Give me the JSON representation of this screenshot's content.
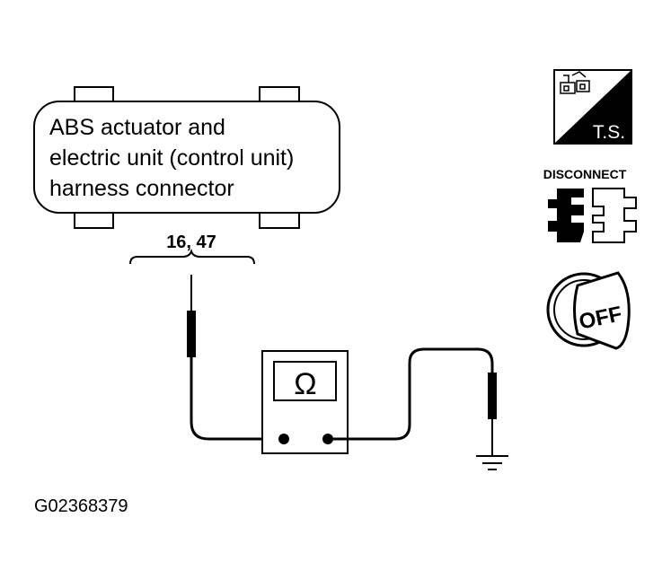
{
  "connector": {
    "lines": [
      "ABS actuator and",
      "electric unit (control unit)",
      "harness connector"
    ],
    "terminals": "16, 47"
  },
  "meter": {
    "symbol": "Ω"
  },
  "icons": {
    "ts_label": "T.S.",
    "disconnect_label": "DISCONNECT",
    "off_label": "OFF"
  },
  "figure_id": "G02368379",
  "colors": {
    "line": "#000000",
    "background": "#ffffff"
  }
}
